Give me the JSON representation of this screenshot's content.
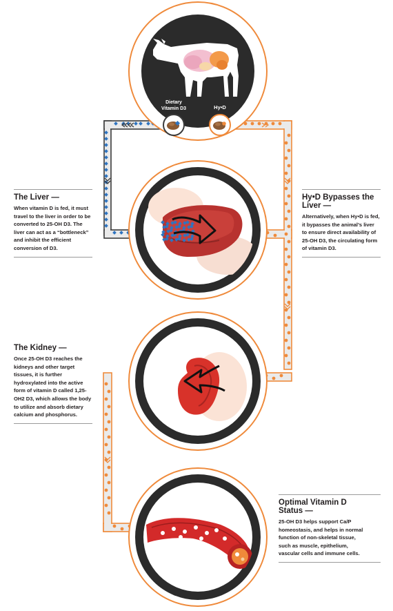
{
  "labels": {
    "dietary_line1": "Dietary",
    "dietary_line2": "Vitamin D3",
    "hyd": "Hy•D"
  },
  "callouts": {
    "liver": {
      "title": "The Liver —",
      "body": "When vitamin D is fed, it must travel to the liver in order to be converted to 25-OH D3. The liver can act as a “bottleneck” and inhibit the efficient conversion of D3."
    },
    "hyd_bypass": {
      "title": "Hy•D Bypasses the Liver —",
      "body": "Alternatively, when Hy•D is fed, it bypasses the animal’s liver to ensure direct availability of 25-OH D3, the circulating form of vitamin D3."
    },
    "kidney": {
      "title": "The Kidney —",
      "body": "Once 25-OH D3 reaches the kidneys and other target tissues, it is further hydroxylated into the active form of vitamin D called 1,25-OH2 D3, which allows the body to utilize and absorb dietary calcium and phosphorus."
    },
    "status": {
      "title": "Optimal Vitamin D Status —",
      "body": "25-OH D3 helps support Ca/P homeostasis, and helps in normal function of non-skeletal tissue, such as muscle, epithelium, vascular cells and immune cells."
    }
  },
  "icons": {
    "cow": "cow-silhouette-icon",
    "dietary": "dietary-vitamin-d3-pellet-icon",
    "hyd": "hyd-pellet-icon",
    "liver": "liver-icon",
    "kidney": "kidney-icon",
    "blood": "blood-vessel-icon",
    "chevron": "double-chevron-icon"
  },
  "colors": {
    "orange": "#ef8a3b",
    "blue": "#2f74c0",
    "dark": "#2b2b2b",
    "pipe_fill": "#eaeaea"
  }
}
